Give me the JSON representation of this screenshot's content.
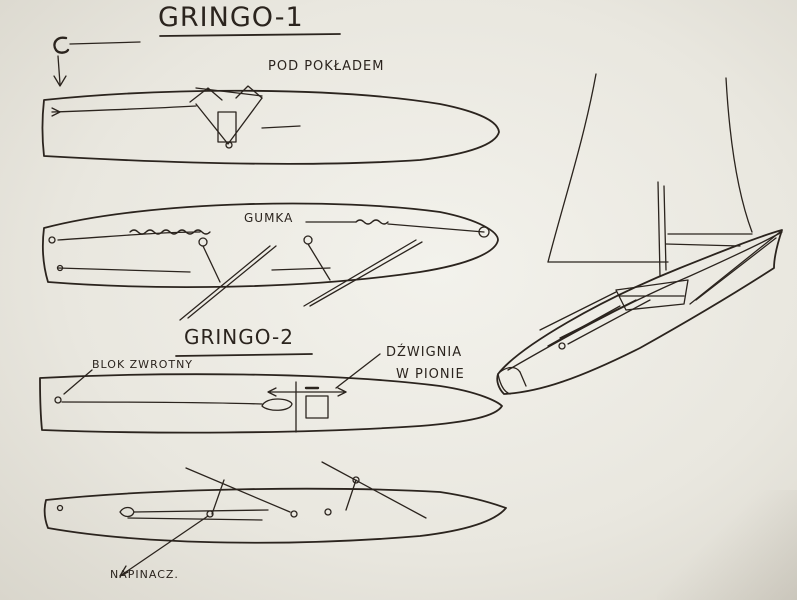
{
  "labels": {
    "title1": "GRINGO-1",
    "pod_pokladem": "POD POKŁADEM",
    "gumka": "GUMKA",
    "title2": "GRINGO-2",
    "blok_zwrotny": "BLOK ZWROTNY",
    "dzwignia": "DŹWIGNIA",
    "w_pionie": "W PIONIE",
    "napinacz": "NAPINACZ."
  },
  "colors": {
    "paper": "#f0efe8",
    "ink": "#2b241e"
  }
}
